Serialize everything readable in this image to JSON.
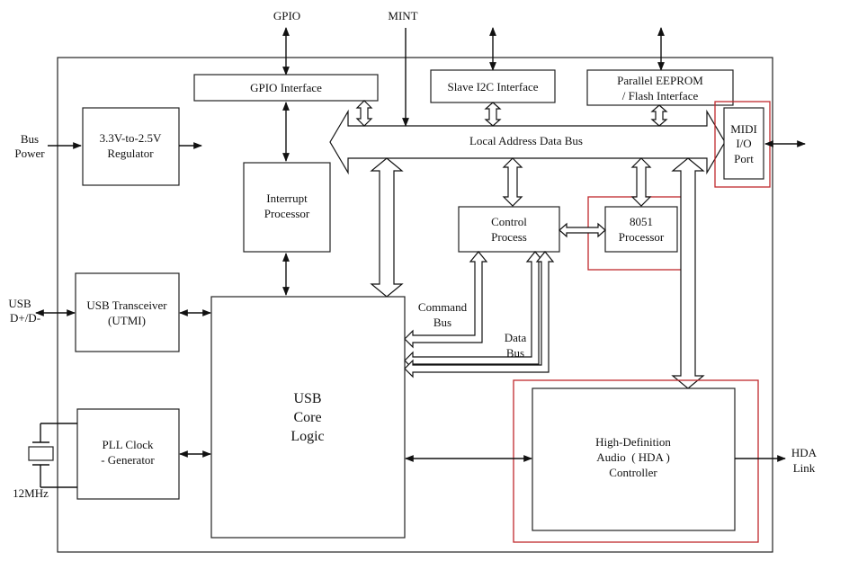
{
  "external": {
    "gpio": "GPIO",
    "mint": "MINT",
    "bus_power": [
      "Bus",
      "Power"
    ],
    "usb": [
      "USB",
      "D+/D-"
    ],
    "crystal_freq": "12MHz",
    "hda_link": [
      "HDA",
      "Link"
    ]
  },
  "blocks": {
    "gpio_interface": [
      "GPIO Interface"
    ],
    "slave_i2c": [
      "Slave I2C Interface"
    ],
    "parallel_eeprom": [
      "Parallel EEPROM",
      "/ Flash Interface"
    ],
    "regulator": [
      "3.3V-to-2.5V",
      "Regulator"
    ],
    "interrupt_processor": [
      "Interrupt",
      "Processor"
    ],
    "local_bus": [
      "Local Address Data Bus"
    ],
    "midi_port": [
      "MIDI",
      "I/O",
      "Port"
    ],
    "control_process": [
      "Control",
      "Process"
    ],
    "processor_8051": [
      "8051",
      "Processor"
    ],
    "usb_transceiver": [
      "USB Transceiver",
      "(UTMI)"
    ],
    "usb_core": [
      "USB",
      "Core",
      "Logic"
    ],
    "pll_clock": [
      "PLL Clock",
      "- Generator"
    ],
    "hda_controller": [
      "High-Definition",
      "Audio  ( HDA )",
      "Controller"
    ]
  },
  "bus_labels": {
    "command_bus": [
      "Command",
      "Bus"
    ],
    "data_bus": [
      "Data",
      "Bus"
    ]
  },
  "colors": {
    "stroke": "#222222",
    "highlight": "#c0282d"
  }
}
